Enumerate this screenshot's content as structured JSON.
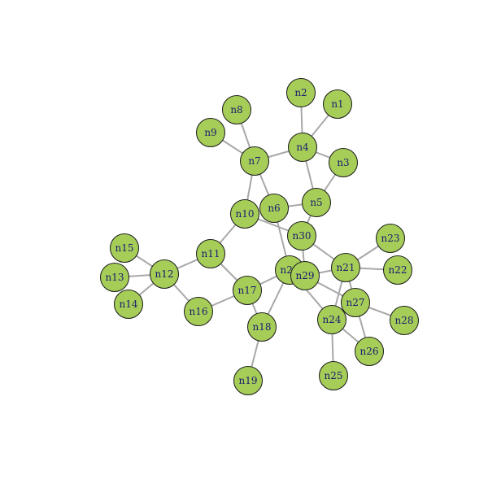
{
  "colors": {
    "node_fill": "#a5cd58",
    "edge": "#a8a8a8",
    "label": "#1c1c6e",
    "background": "#ffffff"
  },
  "graph": {
    "nodes": [
      "n1",
      "n2",
      "n3",
      "n4",
      "n5",
      "n6",
      "n7",
      "n8",
      "n9",
      "n10",
      "n11",
      "n12",
      "n13",
      "n14",
      "n15",
      "n16",
      "n17",
      "n18",
      "n19",
      "n20",
      "n21",
      "n22",
      "n23",
      "n24",
      "n25",
      "n26",
      "n27",
      "n28",
      "n29",
      "n30"
    ],
    "edges": [
      [
        "n1",
        "n4"
      ],
      [
        "n2",
        "n4"
      ],
      [
        "n3",
        "n4"
      ],
      [
        "n4",
        "n7"
      ],
      [
        "n4",
        "n5"
      ],
      [
        "n3",
        "n5"
      ],
      [
        "n5",
        "n6"
      ],
      [
        "n5",
        "n30"
      ],
      [
        "n6",
        "n7"
      ],
      [
        "n6",
        "n20"
      ],
      [
        "n7",
        "n8"
      ],
      [
        "n7",
        "n9"
      ],
      [
        "n7",
        "n10"
      ],
      [
        "n10",
        "n11"
      ],
      [
        "n10",
        "n30"
      ],
      [
        "n11",
        "n12"
      ],
      [
        "n11",
        "n17"
      ],
      [
        "n12",
        "n13"
      ],
      [
        "n12",
        "n14"
      ],
      [
        "n12",
        "n15"
      ],
      [
        "n12",
        "n16"
      ],
      [
        "n16",
        "n17"
      ],
      [
        "n17",
        "n18"
      ],
      [
        "n17",
        "n20"
      ],
      [
        "n18",
        "n19"
      ],
      [
        "n18",
        "n20"
      ],
      [
        "n20",
        "n29"
      ],
      [
        "n20",
        "n24"
      ],
      [
        "n29",
        "n30"
      ],
      [
        "n29",
        "n21"
      ],
      [
        "n30",
        "n21"
      ],
      [
        "n21",
        "n22"
      ],
      [
        "n21",
        "n23"
      ],
      [
        "n21",
        "n24"
      ],
      [
        "n21",
        "n27"
      ],
      [
        "n24",
        "n25"
      ],
      [
        "n24",
        "n26"
      ],
      [
        "n24",
        "n27"
      ],
      [
        "n27",
        "n28"
      ],
      [
        "n27",
        "n26"
      ],
      [
        "n29",
        "n27"
      ]
    ]
  }
}
